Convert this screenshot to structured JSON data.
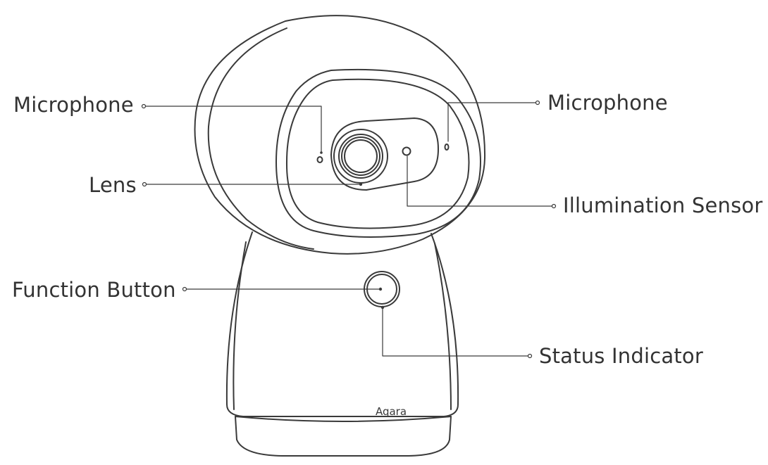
{
  "labels": {
    "microphone_left": "Microphone",
    "microphone_right": "Microphone",
    "lens": "Lens",
    "illumination_sensor": "Illumination Sensor",
    "function_button": "Function Button",
    "status_indicator": "Status Indicator"
  },
  "device": {
    "brand_logo": "Aqara"
  },
  "colors": {
    "line": "#3a3a3a",
    "text": "#333333",
    "background": "#ffffff"
  }
}
